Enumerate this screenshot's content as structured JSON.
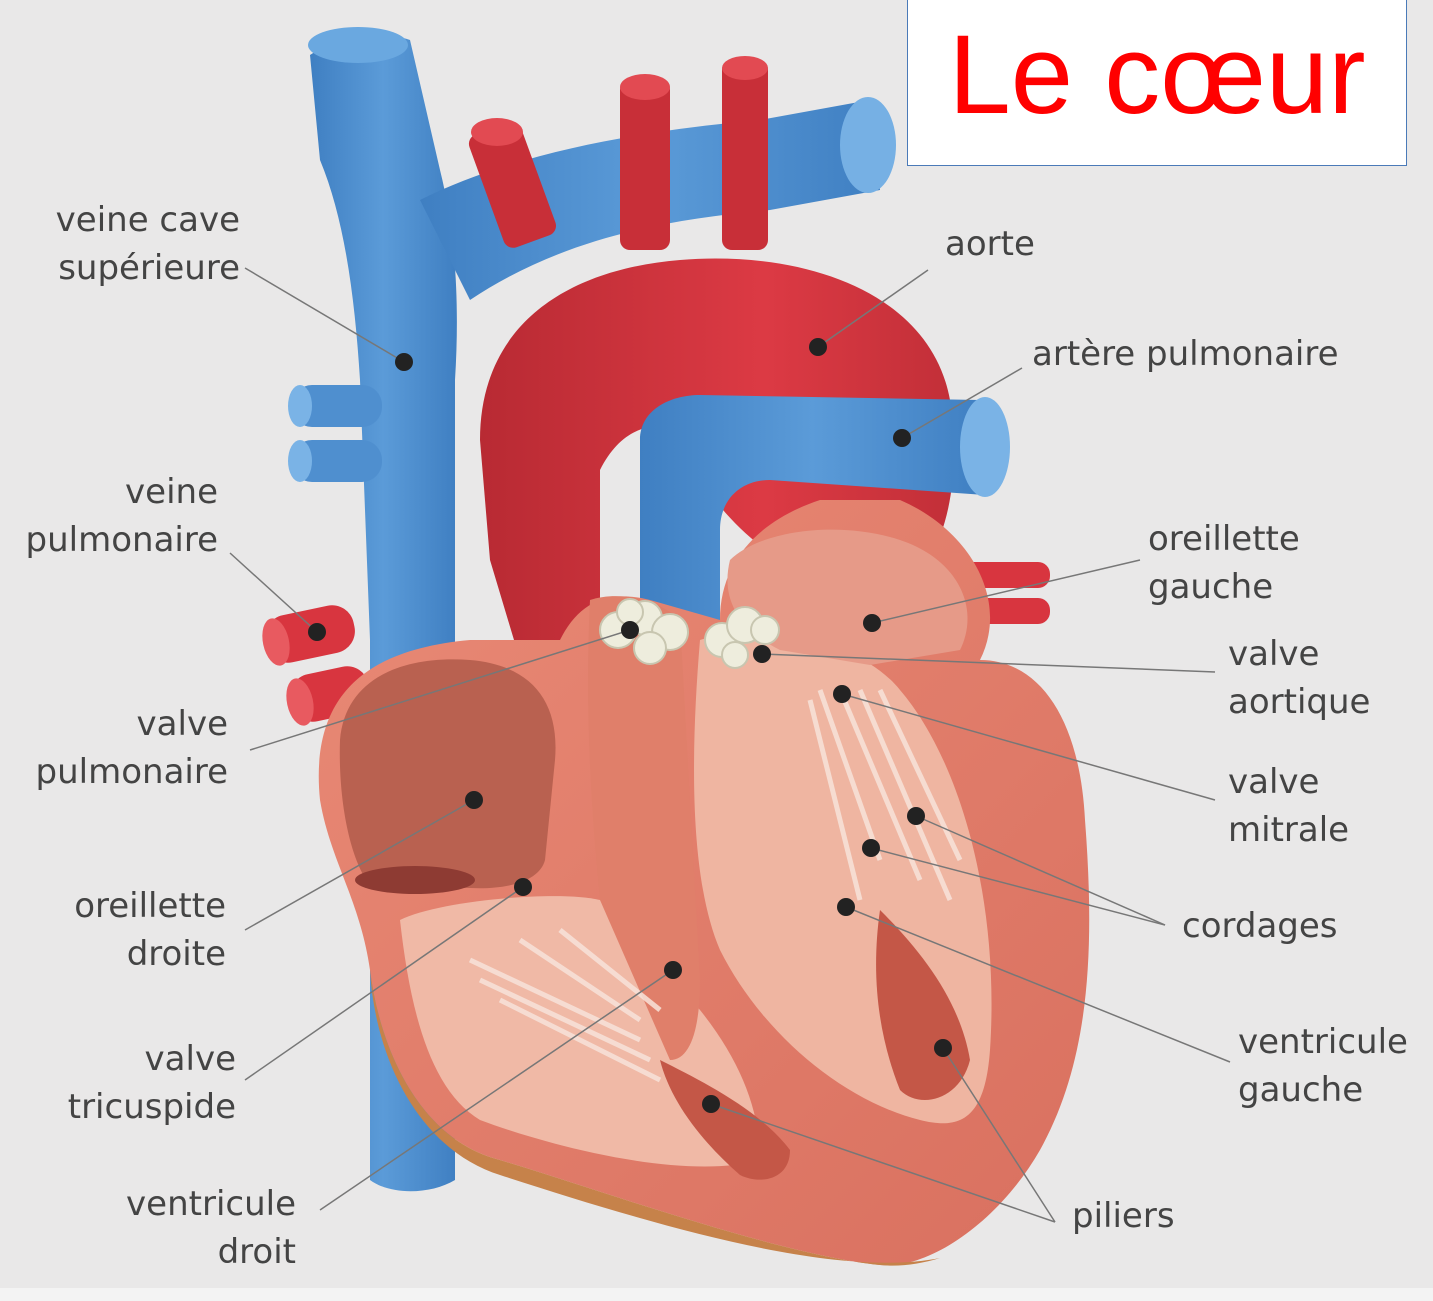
{
  "title": "Le cœur",
  "colors": {
    "title": "#ff0000",
    "vein_blue": "#4f8fcf",
    "artery_red": "#d8353f",
    "heart_muscle": "#e8806e",
    "label_text": "#444444"
  },
  "labels": {
    "veine_cave_superieure": "veine cave\nsupérieure",
    "aorte": "aorte",
    "artere_pulmonaire": "artère pulmonaire",
    "veine_pulmonaire": "veine\npulmonaire",
    "oreillette_gauche": "oreillette\ngauche",
    "valve_aortique": "valve\naortique",
    "valve_pulmonaire": "valve\npulmonaire",
    "valve_mitrale": "valve\nmitrale",
    "cordages": "cordages",
    "oreillette_droite": "oreillette\ndroite",
    "ventricule_gauche": "ventricule\ngauche",
    "valve_tricuspide": "valve\ntricuspide",
    "ventricule_droit": "ventricule\ndroit",
    "piliers": "piliers"
  }
}
